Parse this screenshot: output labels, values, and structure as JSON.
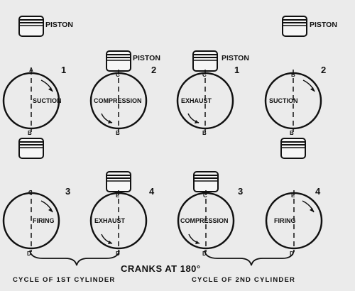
{
  "piston_label": "PISTON",
  "cranks_text": "CRANKS AT 180°",
  "cycle_1": "CYCLE OF 1ST CYLINDER",
  "cycle_2": "CYCLE OF 2ND CYLINDER",
  "strokes": [
    {
      "num": "1",
      "label": "SUCTION",
      "top": "A",
      "bottom": "B"
    },
    {
      "num": "2",
      "label": "COMPRESSION",
      "top": "C",
      "bottom": "B"
    },
    {
      "num": "1",
      "label": "EXHAUST",
      "top": "C",
      "bottom": "B"
    },
    {
      "num": "2",
      "label": "SUCTION",
      "top": "B",
      "bottom": "B"
    },
    {
      "num": "3",
      "label": "FIRING",
      "top": "C",
      "bottom": "D"
    },
    {
      "num": "4",
      "label": "EXHAUST",
      "top": "E",
      "bottom": "D"
    },
    {
      "num": "3",
      "label": "COMPRESSION",
      "top": "C",
      "bottom": "D"
    },
    {
      "num": "4",
      "label": "FIRING",
      "top": "E",
      "bottom": "D"
    }
  ]
}
